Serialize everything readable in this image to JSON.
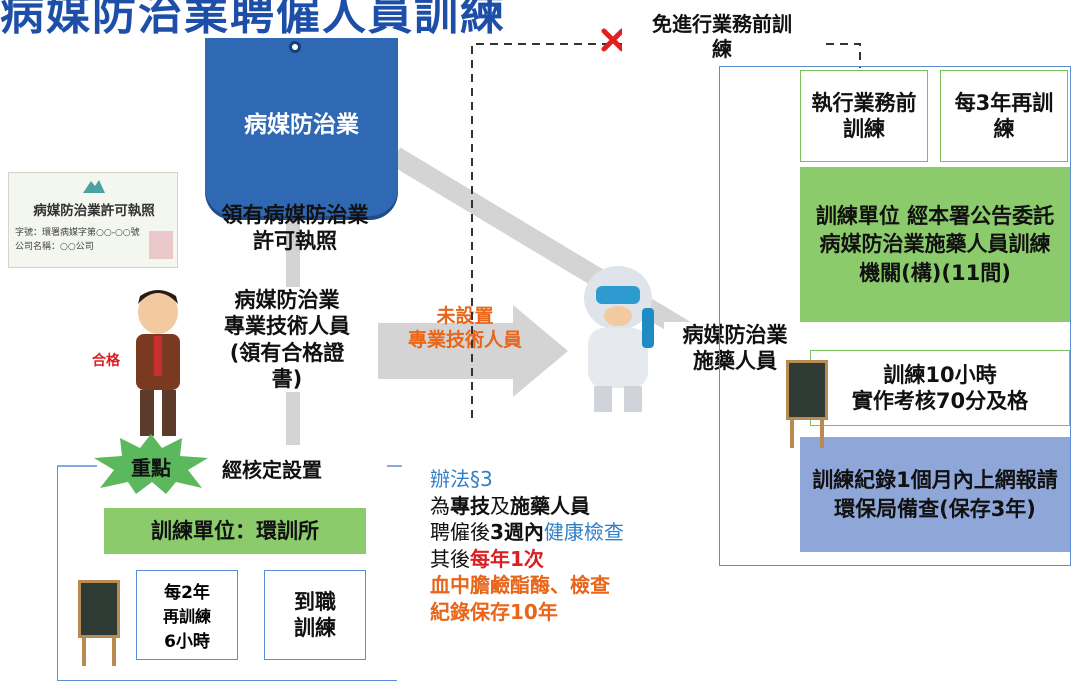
{
  "title": "病媒防治業聘僱人員訓練",
  "badge": {
    "label": "病媒防治業"
  },
  "license_card": {
    "title": "病媒防治業許可執照",
    "line1": "字號：環署病媒字第○○-○○號",
    "line2": "公司名稱：○○公司"
  },
  "license_caption": {
    "line1": "領有病媒防治業",
    "line2": "許可執照"
  },
  "tech_person": {
    "pass_label": "合格",
    "line1": "病媒防治業",
    "line2": "專業技術人員",
    "line3": "(領有合格證",
    "line4": "書)"
  },
  "arrow_label": {
    "line1": "未設置",
    "line2": "專業技術人員"
  },
  "exempt": {
    "line1": "免進行業務前訓",
    "line2": "練"
  },
  "applicator": {
    "line1": "病媒防治業",
    "line2": "施藥人員"
  },
  "right_panel": {
    "pre_training": "執行業務前訓練",
    "retrain_3y": "每3年再訓練",
    "training_unit": "訓練單位 經本署公告委託病媒防治業施藥人員訓練機關(構)(11間)",
    "hours": "訓練10小時",
    "exam": "實作考核70分及格",
    "record": "訓練紀錄1個月內上網報請環保局備查(保存3年)"
  },
  "left_panel": {
    "key_point": "重點",
    "approved": "經核定設置",
    "training_unit": "訓練單位：環訓所",
    "retrain_line1": "每2年",
    "retrain_line2": "再訓練",
    "retrain_line3": "6小時",
    "onboard_line1": "到職",
    "onboard_line2": "訓練"
  },
  "regulation": {
    "line1": "辦法§3",
    "line2_a": "為",
    "line2_b": "專技",
    "line2_c": "及",
    "line2_d": "施藥人員",
    "line3_a": "聘僱後",
    "line3_b": "3週內",
    "line3_c": "健康檢查",
    "line4_a": "其後",
    "line4_b": "每年1次",
    "line5": "血中膽鹼酯酶、檢查",
    "line6": "紀錄保存10年"
  },
  "colors": {
    "title_blue": "#1e4fa8",
    "badge_blue": "#2f68b3",
    "green": "#8ccb6b",
    "lavender": "#8fa6d9",
    "orange": "#e9651a",
    "red": "#d91f24",
    "link_blue": "#2f7fc8"
  }
}
